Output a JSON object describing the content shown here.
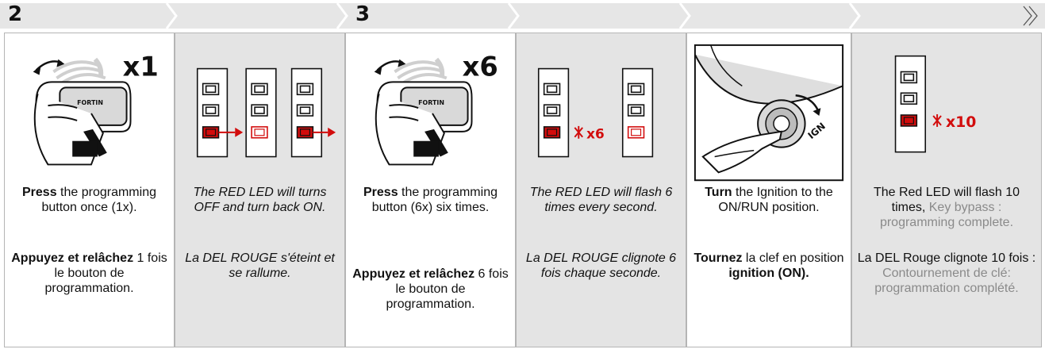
{
  "steps": [
    {
      "number": "2"
    },
    {
      "number": "3"
    }
  ],
  "panels": [
    {
      "badge": "x1",
      "brand": "FORTIN",
      "en_bold": "Press",
      "en_rest": " the programming button once (1x).",
      "fr_bold": "Appuyez et relâchez",
      "fr_rest": " 1 fois le bouton de programmation."
    },
    {
      "en": "The RED LED will turns OFF and turn back ON.",
      "fr": "La DEL ROUGE s'éteint et se rallume."
    },
    {
      "badge": "x6",
      "brand": "FORTIN",
      "en_bold": "Press",
      "en_rest": " the programming button (6x) six times.",
      "fr_bold": "Appuyez et relâchez",
      "fr_rest": " 6 fois le bouton de programmation."
    },
    {
      "flash_count": "x6",
      "en": "The RED LED will flash 6 times every second.",
      "fr": "La DEL ROUGE clignote 6 fois chaque seconde."
    },
    {
      "ign_label": "IGN",
      "en_bold": "Turn",
      "en_rest": " the Ignition to the ON/RUN position.",
      "fr_bold1": "Tournez",
      "fr_mid": " la clef en position ",
      "fr_bold2": "ignition (ON)."
    },
    {
      "flash_count": "x10",
      "en_dark": "The Red LED will flash 10 times,",
      "en_gray": " Key bypass : programming complete.",
      "fr_dark": "La DEL Rouge clignote 10 fois :",
      "fr_gray": " Contournement de clé: programmation complété."
    }
  ],
  "colors": {
    "led_red": "#d20c0c",
    "panel_gray": "#e4e4e4",
    "bar_gray": "#e6e6e6",
    "muted_text": "#8a8a8a"
  }
}
